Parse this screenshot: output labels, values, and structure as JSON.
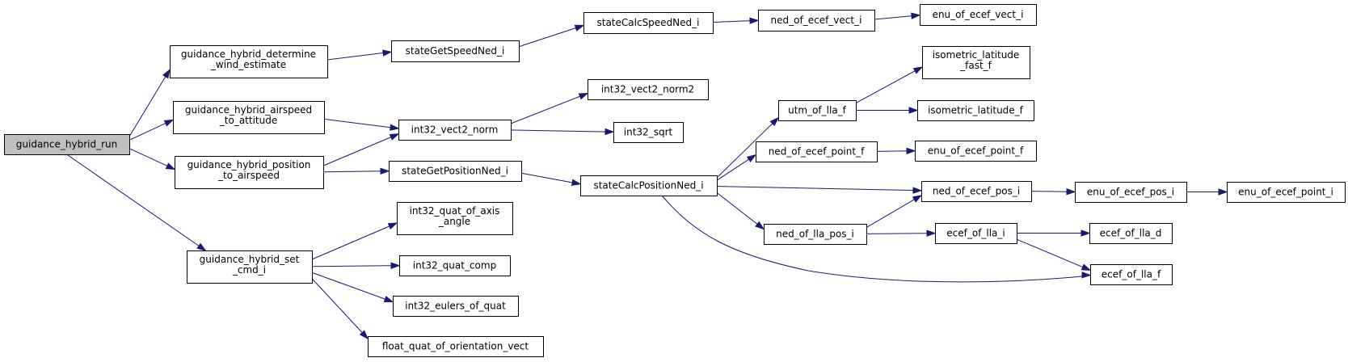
{
  "colors": {
    "root_fill": "#bfbfbf",
    "node_fill": "#ffffff",
    "border": "#000000",
    "edge": "#191970"
  },
  "nodes": {
    "guidance_hybrid_run": [
      "guidance_hybrid_run"
    ],
    "gh_determine_wind": [
      "guidance_hybrid_determine",
      "_wind_estimate"
    ],
    "gh_airspeed_to_attitude": [
      "guidance_hybrid_airspeed",
      "_to_attitude"
    ],
    "gh_position_to_airspeed": [
      "guidance_hybrid_position",
      "_to_airspeed"
    ],
    "gh_set_cmd_i": [
      "guidance_hybrid_set",
      "_cmd_i"
    ],
    "stateGetSpeedNed_i": [
      "stateGetSpeedNed_i"
    ],
    "stateCalcSpeedNed_i": [
      "stateCalcSpeedNed_i"
    ],
    "ned_of_ecef_vect_i": [
      "ned_of_ecef_vect_i"
    ],
    "enu_of_ecef_vect_i": [
      "enu_of_ecef_vect_i"
    ],
    "int32_vect2_norm2": [
      "int32_vect2_norm2"
    ],
    "int32_vect2_norm": [
      "int32_vect2_norm"
    ],
    "int32_sqrt": [
      "int32_sqrt"
    ],
    "stateGetPositionNed_i": [
      "stateGetPositionNed_i"
    ],
    "stateCalcPositionNed_i": [
      "stateCalcPositionNed_i"
    ],
    "isometric_latitude_fast_f": [
      "isometric_latitude",
      "_fast_f"
    ],
    "utm_of_lla_f": [
      "utm_of_lla_f"
    ],
    "isometric_latitude_f": [
      "isometric_latitude_f"
    ],
    "ned_of_ecef_point_f": [
      "ned_of_ecef_point_f"
    ],
    "enu_of_ecef_point_f": [
      "enu_of_ecef_point_f"
    ],
    "ned_of_ecef_pos_i": [
      "ned_of_ecef_pos_i"
    ],
    "enu_of_ecef_pos_i": [
      "enu_of_ecef_pos_i"
    ],
    "enu_of_ecef_point_i": [
      "enu_of_ecef_point_i"
    ],
    "ned_of_lla_pos_i": [
      "ned_of_lla_pos_i"
    ],
    "ecef_of_lla_i": [
      "ecef_of_lla_i"
    ],
    "ecef_of_lla_d": [
      "ecef_of_lla_d"
    ],
    "ecef_of_lla_f": [
      "ecef_of_lla_f"
    ],
    "int32_quat_of_axis_angle": [
      "int32_quat_of_axis",
      "_angle"
    ],
    "int32_quat_comp": [
      "int32_quat_comp"
    ],
    "int32_eulers_of_quat": [
      "int32_eulers_of_quat"
    ],
    "float_quat_of_orientation_vect": [
      "float_quat_of_orientation_vect"
    ]
  },
  "edges": [
    [
      "guidance_hybrid_run",
      "gh_determine_wind"
    ],
    [
      "guidance_hybrid_run",
      "gh_airspeed_to_attitude"
    ],
    [
      "guidance_hybrid_run",
      "gh_position_to_airspeed"
    ],
    [
      "guidance_hybrid_run",
      "gh_set_cmd_i"
    ],
    [
      "gh_determine_wind",
      "stateGetSpeedNed_i"
    ],
    [
      "stateGetSpeedNed_i",
      "stateCalcSpeedNed_i"
    ],
    [
      "stateCalcSpeedNed_i",
      "ned_of_ecef_vect_i"
    ],
    [
      "ned_of_ecef_vect_i",
      "enu_of_ecef_vect_i"
    ],
    [
      "gh_airspeed_to_attitude",
      "int32_vect2_norm"
    ],
    [
      "gh_position_to_airspeed",
      "int32_vect2_norm"
    ],
    [
      "int32_vect2_norm",
      "int32_vect2_norm2"
    ],
    [
      "int32_vect2_norm",
      "int32_sqrt"
    ],
    [
      "gh_position_to_airspeed",
      "stateGetPositionNed_i"
    ],
    [
      "stateGetPositionNed_i",
      "stateCalcPositionNed_i"
    ],
    [
      "stateCalcPositionNed_i",
      "utm_of_lla_f"
    ],
    [
      "utm_of_lla_f",
      "isometric_latitude_fast_f"
    ],
    [
      "utm_of_lla_f",
      "isometric_latitude_f"
    ],
    [
      "stateCalcPositionNed_i",
      "ned_of_ecef_point_f"
    ],
    [
      "ned_of_ecef_point_f",
      "enu_of_ecef_point_f"
    ],
    [
      "stateCalcPositionNed_i",
      "ned_of_ecef_pos_i"
    ],
    [
      "ned_of_ecef_pos_i",
      "enu_of_ecef_pos_i"
    ],
    [
      "enu_of_ecef_pos_i",
      "enu_of_ecef_point_i"
    ],
    [
      "stateCalcPositionNed_i",
      "ned_of_lla_pos_i"
    ],
    [
      "ned_of_lla_pos_i",
      "ned_of_ecef_pos_i"
    ],
    [
      "ned_of_lla_pos_i",
      "ecef_of_lla_i"
    ],
    [
      "ecef_of_lla_i",
      "ecef_of_lla_d"
    ],
    [
      "ecef_of_lla_i",
      "ecef_of_lla_f"
    ],
    [
      "stateCalcPositionNed_i",
      "ecef_of_lla_f"
    ],
    [
      "gh_set_cmd_i",
      "int32_quat_of_axis_angle"
    ],
    [
      "gh_set_cmd_i",
      "int32_quat_comp"
    ],
    [
      "gh_set_cmd_i",
      "int32_eulers_of_quat"
    ],
    [
      "gh_set_cmd_i",
      "float_quat_of_orientation_vect"
    ]
  ]
}
